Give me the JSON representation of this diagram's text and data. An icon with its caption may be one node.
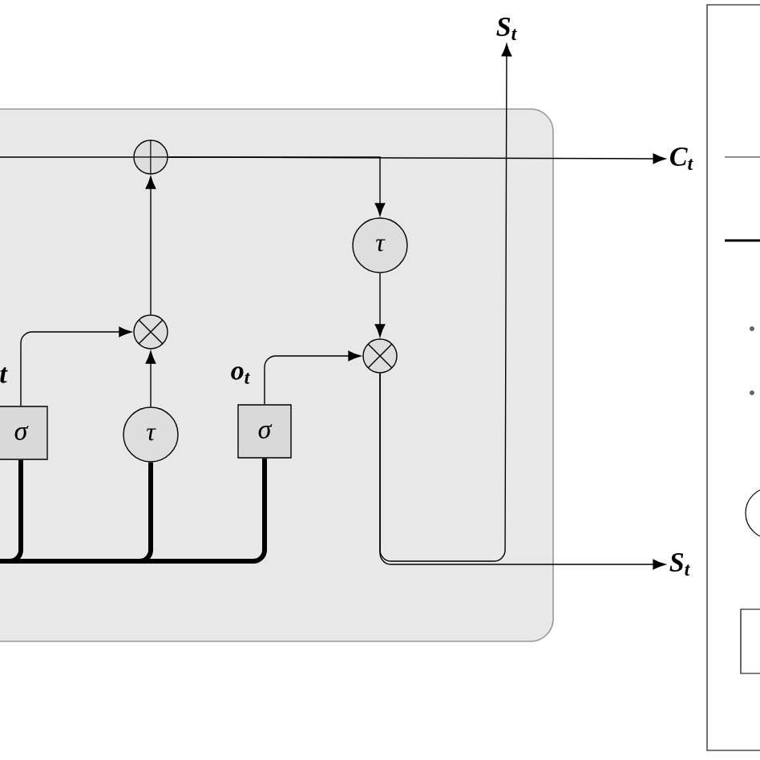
{
  "diagram": {
    "nodes": [
      {
        "text": [],
        "shape": "box"
      },
      {
        "text": [],
        "shape": "circle",
        "in": 0
      },
      {
        "text": [],
        "shape": "circle",
        "in": 0
      },
      {
        "text": [],
        "shape": "circle",
        "in": 0
      },
      {
        "text": [
          "σ"
        ],
        "beside": [
          "t"
        ],
        "in": 0
      },
      {
        "text": [
          "τ"
        ],
        "in": 0
      },
      {
        "text": [
          "σ"
        ],
        "beside": [
          "o$_{t}$"
        ],
        "in": 0
      },
      {
        "text": [
          "τ"
        ],
        "in": 0
      },
      {
        "text": [
          "C$_{t}$"
        ]
      },
      {
        "text": [
          "S$_{t}$"
        ]
      },
      {
        "text": [
          "S$_{t}$"
        ]
      }
    ],
    "edges": [
      {
        "from": null,
        "to": 1,
        "arrow": "none"
      },
      {
        "from": 1,
        "to": 8,
        "arrow": "to"
      },
      {
        "from": 1,
        "to": 7,
        "arrow": "to"
      },
      {
        "from": 2,
        "to": 1,
        "arrow": "to"
      },
      {
        "from": 4,
        "to": 2,
        "arrow": "to"
      },
      {
        "from": 5,
        "to": 2,
        "arrow": "to"
      },
      {
        "from": 7,
        "to": 3,
        "arrow": "to"
      },
      {
        "from": 6,
        "to": 3,
        "arrow": "to"
      },
      {
        "from": 3,
        "to": 10,
        "arrow": "to"
      },
      {
        "from": 3,
        "to": 9,
        "arrow": "to"
      },
      {
        "from": null,
        "to": 4,
        "arrow": "none",
        "style": "thick"
      },
      {
        "from": null,
        "to": 5,
        "arrow": "none",
        "style": "thick"
      },
      {
        "from": null,
        "to": 6,
        "arrow": "none",
        "style": "thick"
      }
    ]
  }
}
